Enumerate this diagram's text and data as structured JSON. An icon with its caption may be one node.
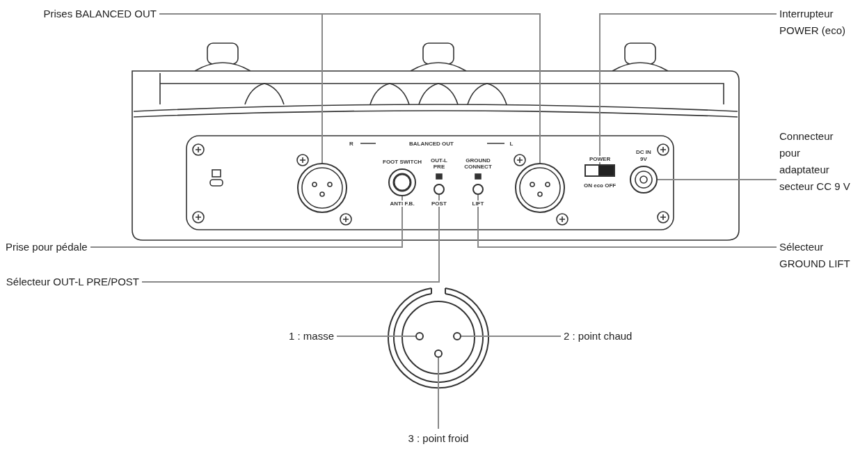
{
  "diagram": {
    "nodes": [
      {
        "text": [
          "Prises BALANCED OUT"
        ]
      },
      {
        "text": [],
        "shape": "circle"
      },
      {
        "text": [],
        "shape": "circle"
      },
      {
        "text": [
          "Interrupteur POWER (eco)"
        ]
      },
      {
        "text": [],
        "shape": "box",
        "beside": [
          "POWER",
          "ON eco OFF"
        ]
      },
      {
        "text": [
          "Connecteur pour adaptateur secteur CC 9 V"
        ]
      },
      {
        "text": [],
        "shape": "circle",
        "beside": [
          "DC IN",
          "9V"
        ]
      },
      {
        "text": [
          "Prise pour pédale"
        ]
      },
      {
        "text": [],
        "shape": "circle",
        "beside": [
          "FOOT SWITCH",
          "ANTI F.B."
        ]
      },
      {
        "text": [
          "Sélecteur OUT-L PRE/POST"
        ]
      },
      {
        "text": [],
        "shape": "circle",
        "beside": [
          "OUT-L PRE",
          "POST"
        ]
      },
      {
        "text": [
          "Sélecteur GROUND LIFT"
        ]
      },
      {
        "text": [],
        "shape": "circle",
        "beside": [
          "GROUND CONNECT",
          "LIFT"
        ]
      },
      {
        "text": [
          "1 : masse"
        ]
      },
      {
        "text": [],
        "shape": "circle"
      },
      {
        "text": [
          "2 : point chaud"
        ]
      },
      {
        "text": [],
        "shape": "circle"
      },
      {
        "text": [
          "3 : point froid"
        ]
      },
      {
        "text": [],
        "shape": "circle"
      }
    ],
    "edges": [
      {
        "from": 0,
        "to": 1,
        "arrow": "none"
      },
      {
        "from": 0,
        "to": 2,
        "arrow": "none"
      },
      {
        "from": 3,
        "to": 4,
        "arrow": "none"
      },
      {
        "from": 5,
        "to": 6,
        "arrow": "none"
      },
      {
        "from": 7,
        "to": 8,
        "arrow": "none"
      },
      {
        "from": 9,
        "to": 10,
        "arrow": "none"
      },
      {
        "from": 11,
        "to": 12,
        "arrow": "none"
      },
      {
        "from": 13,
        "to": 14,
        "arrow": "none"
      },
      {
        "from": 15,
        "to": 16,
        "arrow": "none"
      },
      {
        "from": 17,
        "to": 18,
        "arrow": "none"
      }
    ],
    "labels": [
      "R",
      "BALANCED OUT",
      "L"
    ]
  }
}
